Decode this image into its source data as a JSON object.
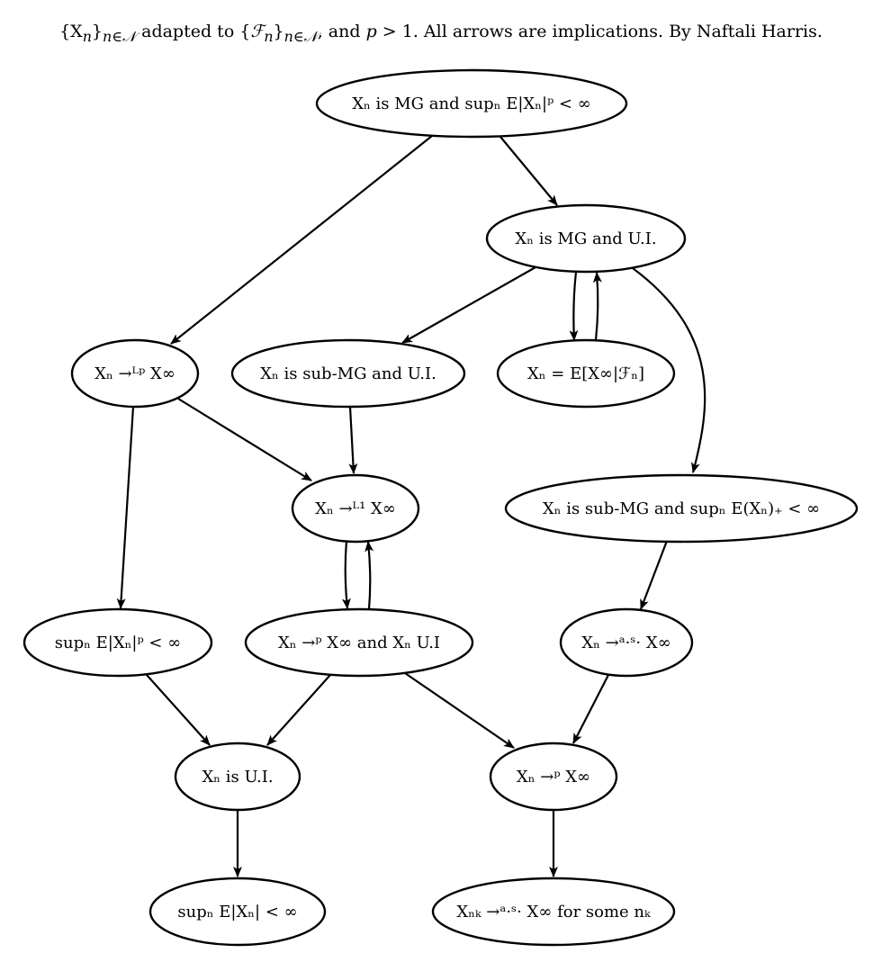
{
  "caption": {
    "part1": "{X",
    "part1_sub": "n",
    "part1_close": "}",
    "part1_sub2": "n∈𝒩",
    "part2": " adapted to {",
    "part2_F": "ℱ",
    "part2_sub": "n",
    "part2_close": "}",
    "part2_sub2": "n∈𝒩",
    "part3": ", and ",
    "p": "p",
    "part4": " > 1. All arrows are implications. By Naftali Harris."
  },
  "nodes": [
    {
      "id": "mg-sup-lp",
      "label": "Xₙ is MG and supₙ E|Xₙ|ᵖ < ∞"
    },
    {
      "id": "mg-ui",
      "label": "Xₙ is MG and U.I."
    },
    {
      "id": "lp-conv",
      "label": "Xₙ →ᴸᵖ X∞"
    },
    {
      "id": "submg-ui",
      "label": "Xₙ is sub-MG and U.I."
    },
    {
      "id": "cond-exp",
      "label": "Xₙ = E[X∞|ℱₙ]"
    },
    {
      "id": "l1-conv",
      "label": "Xₙ →ᴸ¹ X∞"
    },
    {
      "id": "submg-sup-pos",
      "label": "Xₙ is sub-MG and supₙ E(Xₙ)₊ < ∞"
    },
    {
      "id": "sup-lp",
      "label": "supₙ E|Xₙ|ᵖ < ∞"
    },
    {
      "id": "p-conv-ui",
      "label": "Xₙ →ᵖ X∞ and Xₙ U.I"
    },
    {
      "id": "as-conv",
      "label": "Xₙ →ᵃ·ˢ· X∞"
    },
    {
      "id": "ui",
      "label": "Xₙ is U.I."
    },
    {
      "id": "p-conv",
      "label": "Xₙ →ᵖ X∞"
    },
    {
      "id": "sup-l1",
      "label": "supₙ E|Xₙ| < ∞"
    },
    {
      "id": "as-subseq",
      "label": "Xₙₖ →ᵃ·ˢ· X∞ for some nₖ"
    }
  ]
}
